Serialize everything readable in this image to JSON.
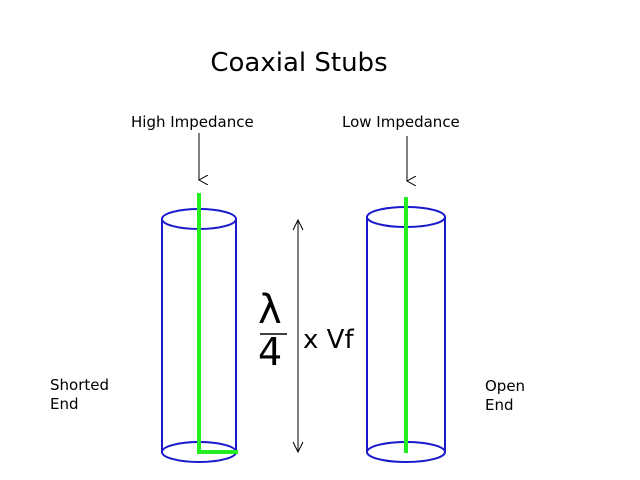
{
  "title": "Coaxial Stubs",
  "labels": {
    "high_impedance": "High Impedance",
    "low_impedance": "Low Impedance",
    "shorted_end": "Shorted\nEnd",
    "open_end": "Open\nEnd"
  },
  "formula": {
    "numerator": "λ",
    "denominator": "4",
    "multiplier": "x Vf"
  },
  "colors": {
    "cylinder_outline": "#1a1acc",
    "center_conductor": "#22ee22",
    "arrow": "#000000",
    "text": "#000000"
  }
}
